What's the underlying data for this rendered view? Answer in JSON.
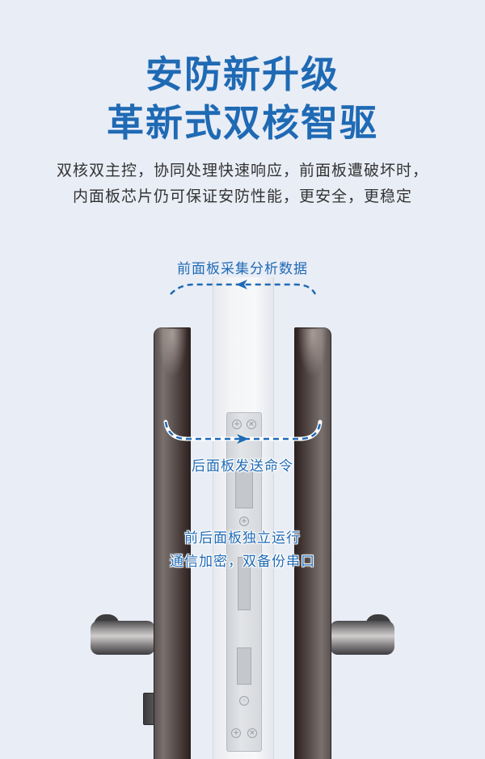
{
  "header": {
    "title_line1": "安防新升级",
    "title_line2": "革新式双核智驱",
    "description_line1": "双核双主控，协同处理快速响应，前面板遭破坏时，",
    "description_line2": "内面板芯片仍可保证安防性能，更安全，更稳定"
  },
  "diagram": {
    "front_panel_label": "前面板采集分析数据",
    "back_panel_label": "后面板发送命令",
    "independent_line1": "前后面板独立运行",
    "independent_line2": "通信加密，双备份串口"
  },
  "colors": {
    "background": "#e9edf6",
    "accent_blue": "#1f6ab4",
    "body_text": "#333333",
    "panel_dark": "#2b1f1e"
  },
  "icons": {
    "top_arrow": "dashed-arrow-left",
    "middle_arrow": "dashed-arrow-right"
  }
}
